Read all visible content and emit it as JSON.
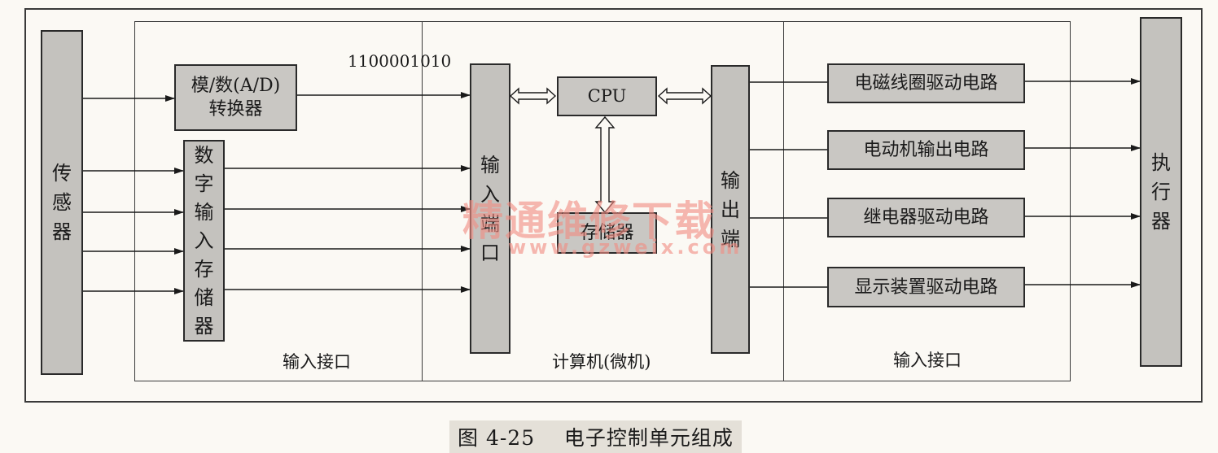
{
  "diagram": {
    "sensor": "传感器",
    "actuator": "执行器",
    "ad_converter": {
      "line1": "模/数(A/D)",
      "line2": "转换器"
    },
    "digital_input_memory": "数字输入存储器",
    "input_port": "输入端口",
    "output_port": "输出端",
    "cpu": "CPU",
    "memory": "存储器",
    "binary_code": "1100001010",
    "drivers": [
      "电磁线圈驱动电路",
      "电动机输出电路",
      "继电器驱动电路",
      "显示装置驱动电路"
    ],
    "section_labels": {
      "left": "输入接口",
      "middle": "计算机(微机)",
      "right": "输入接口"
    }
  },
  "watermark": {
    "text": "精通维修下载",
    "url": "www.gzweix.com"
  },
  "caption": {
    "figure_number": "图 4-25",
    "title": "电子控制单元组成"
  }
}
